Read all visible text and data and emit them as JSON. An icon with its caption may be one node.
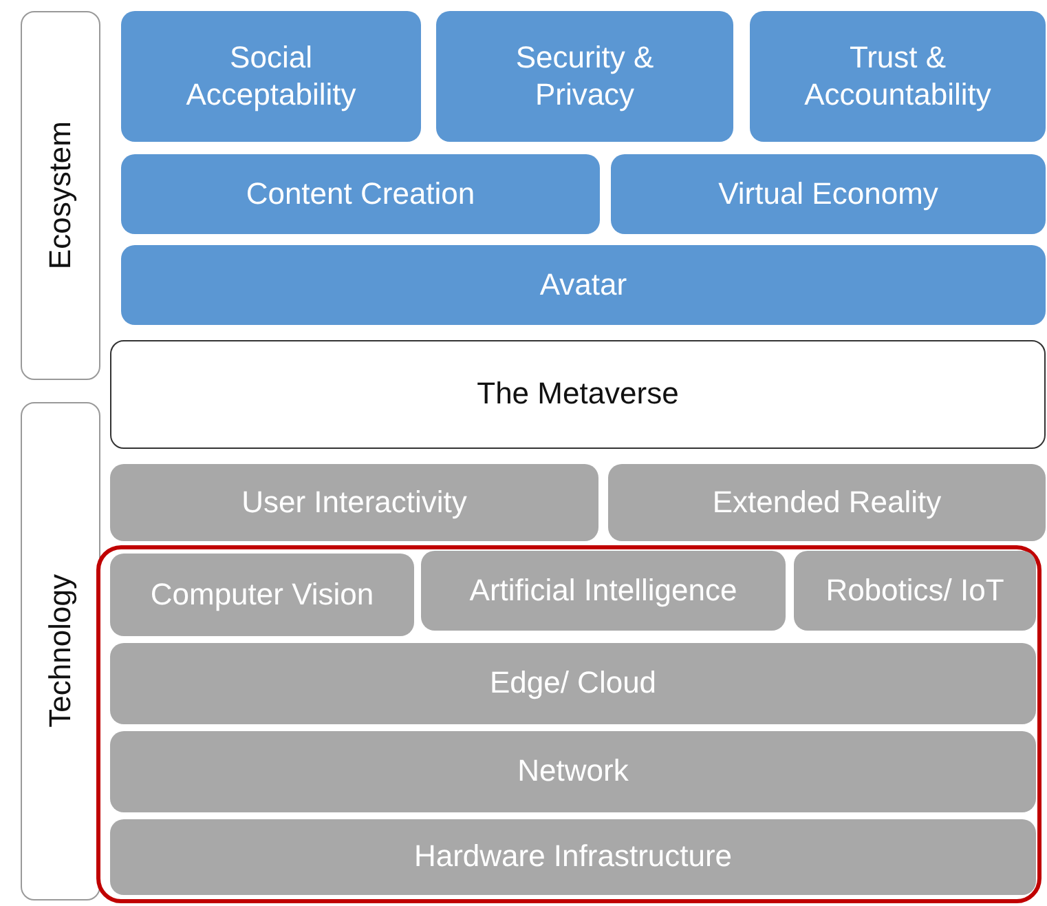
{
  "diagram": {
    "nodes": [
      {
        "text": [
          "Ecosystem"
        ]
      },
      {
        "text": [
          "Social Acceptability"
        ]
      },
      {
        "text": [
          "Security & Privacy"
        ]
      },
      {
        "text": [
          "Trust & Accountability"
        ]
      },
      {
        "text": [
          "Content Creation"
        ]
      },
      {
        "text": [
          "Virtual Economy"
        ]
      },
      {
        "text": [
          "Avatar"
        ]
      },
      {
        "text": [
          "The Metaverse"
        ]
      },
      {
        "text": [
          "Technology"
        ]
      },
      {
        "text": [
          "User Interactivity"
        ]
      },
      {
        "text": [
          "Extended Reality"
        ]
      },
      {
        "text": [],
        "shape": "box"
      },
      {
        "text": [
          "Computer Vision"
        ],
        "in": 11
      },
      {
        "text": [
          "Artificial Intelligence"
        ],
        "in": 11
      },
      {
        "text": [
          "Robotics/ IoT"
        ],
        "in": 11
      },
      {
        "text": [
          "Edge/ Cloud"
        ],
        "in": 11
      },
      {
        "text": [
          "Network"
        ],
        "in": 11
      },
      {
        "text": [
          "Hardware Infrastructure"
        ],
        "in": 11
      }
    ]
  }
}
